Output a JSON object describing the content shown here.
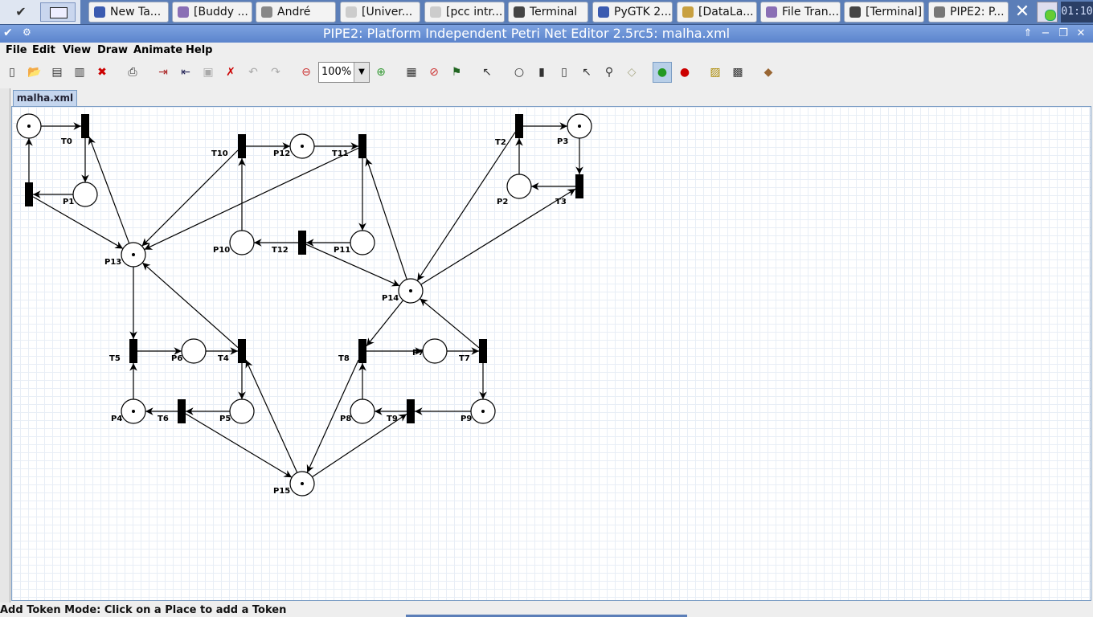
{
  "taskbar": {
    "tasks": [
      {
        "label": "New Ta...",
        "icon": "browser-icon",
        "color": "#3b5bb0"
      },
      {
        "label": "[Buddy ...",
        "icon": "pidgin-icon",
        "color": "#8a6fb5"
      },
      {
        "label": "André",
        "icon": "close-circle-icon",
        "color": "#888888"
      },
      {
        "label": "[Univer...",
        "icon": "document-icon",
        "color": "#cccccc"
      },
      {
        "label": "[pcc intr...",
        "icon": "document-icon",
        "color": "#cccccc"
      },
      {
        "label": "Terminal",
        "icon": "terminal-icon",
        "color": "#444444"
      },
      {
        "label": "PyGTK 2...",
        "icon": "browser-icon",
        "color": "#3b5bb0"
      },
      {
        "label": "[DataLa...",
        "icon": "editor-icon",
        "color": "#c8a040"
      },
      {
        "label": "File Tran...",
        "icon": "pidgin-icon",
        "color": "#8a6fb5"
      },
      {
        "label": "[Terminal]",
        "icon": "terminal-icon",
        "color": "#444444"
      },
      {
        "label": "PIPE2: P...",
        "icon": "pipe-icon",
        "color": "#777777"
      }
    ],
    "clock": "01:10"
  },
  "window": {
    "title": "PIPE2: Platform Independent Petri Net Editor 2.5rc5: malha.xml"
  },
  "menu": [
    "File",
    "Edit",
    "View",
    "Draw",
    "Animate",
    "Help"
  ],
  "toolbar": {
    "zoom": "100%"
  },
  "tab": {
    "label": "malha.xml"
  },
  "status": "Add Token Mode: Click on a Place to add a Token",
  "net": {
    "places": [
      {
        "id": "p-top-left",
        "label": "",
        "tokens": 1
      },
      {
        "id": "P1",
        "label": "P1",
        "tokens": 0
      },
      {
        "id": "P2",
        "label": "P2",
        "tokens": 0
      },
      {
        "id": "P3",
        "label": "P3",
        "tokens": 1
      },
      {
        "id": "P4",
        "label": "P4",
        "tokens": 1
      },
      {
        "id": "P5",
        "label": "P5",
        "tokens": 0
      },
      {
        "id": "P6",
        "label": "P6",
        "tokens": 0
      },
      {
        "id": "P7",
        "label": "P7",
        "tokens": 0
      },
      {
        "id": "P8",
        "label": "P8",
        "tokens": 0
      },
      {
        "id": "P9",
        "label": "P9",
        "tokens": 1
      },
      {
        "id": "P10",
        "label": "P10",
        "tokens": 0
      },
      {
        "id": "P11",
        "label": "P11",
        "tokens": 0
      },
      {
        "id": "P12",
        "label": "P12",
        "tokens": 1
      },
      {
        "id": "P13",
        "label": "P13",
        "tokens": 1
      },
      {
        "id": "P14",
        "label": "P14",
        "tokens": 1
      },
      {
        "id": "P15",
        "label": "P15",
        "tokens": 1
      }
    ],
    "transitions": [
      {
        "id": "T0",
        "label": "T0"
      },
      {
        "id": "t-left",
        "label": ""
      },
      {
        "id": "T2",
        "label": "T2"
      },
      {
        "id": "T3",
        "label": "T3"
      },
      {
        "id": "T4",
        "label": "T4"
      },
      {
        "id": "T5",
        "label": "T5"
      },
      {
        "id": "T6",
        "label": "T6"
      },
      {
        "id": "T7",
        "label": "T7"
      },
      {
        "id": "T8",
        "label": "T8"
      },
      {
        "id": "T9",
        "label": "T9"
      },
      {
        "id": "T10",
        "label": "T10"
      },
      {
        "id": "T11",
        "label": "T11"
      },
      {
        "id": "T12",
        "label": "T12"
      }
    ],
    "arcs": [
      [
        "p-top-left",
        "T0"
      ],
      [
        "T0",
        "P1"
      ],
      [
        "P1",
        "t-left"
      ],
      [
        "t-left",
        "p-top-left"
      ],
      [
        "t-left",
        "P13"
      ],
      [
        "P13",
        "T0"
      ],
      [
        "T10",
        "P12"
      ],
      [
        "P12",
        "T11"
      ],
      [
        "T10",
        "P13"
      ],
      [
        "T11",
        "P13"
      ],
      [
        "P10",
        "T10"
      ],
      [
        "T11",
        "P11"
      ],
      [
        "P11",
        "T12"
      ],
      [
        "T12",
        "P10"
      ],
      [
        "T12",
        "P14"
      ],
      [
        "P14",
        "T11"
      ],
      [
        "T2",
        "P3"
      ],
      [
        "P3",
        "T3"
      ],
      [
        "T3",
        "P2"
      ],
      [
        "P2",
        "T2"
      ],
      [
        "T2",
        "P14"
      ],
      [
        "P14",
        "T3"
      ],
      [
        "P13",
        "T5"
      ],
      [
        "T5",
        "P6"
      ],
      [
        "P6",
        "T4"
      ],
      [
        "T4",
        "P13"
      ],
      [
        "T4",
        "P5"
      ],
      [
        "P5",
        "T6"
      ],
      [
        "T6",
        "P4"
      ],
      [
        "P4",
        "T5"
      ],
      [
        "T6",
        "P15"
      ],
      [
        "P15",
        "T4"
      ],
      [
        "P14",
        "T8"
      ],
      [
        "T8",
        "P7"
      ],
      [
        "P7",
        "T7"
      ],
      [
        "T7",
        "P14"
      ],
      [
        "T7",
        "P9"
      ],
      [
        "P9",
        "T9"
      ],
      [
        "T9",
        "P8"
      ],
      [
        "P8",
        "T8"
      ],
      [
        "T8",
        "P15"
      ],
      [
        "P15",
        "T9"
      ]
    ]
  }
}
